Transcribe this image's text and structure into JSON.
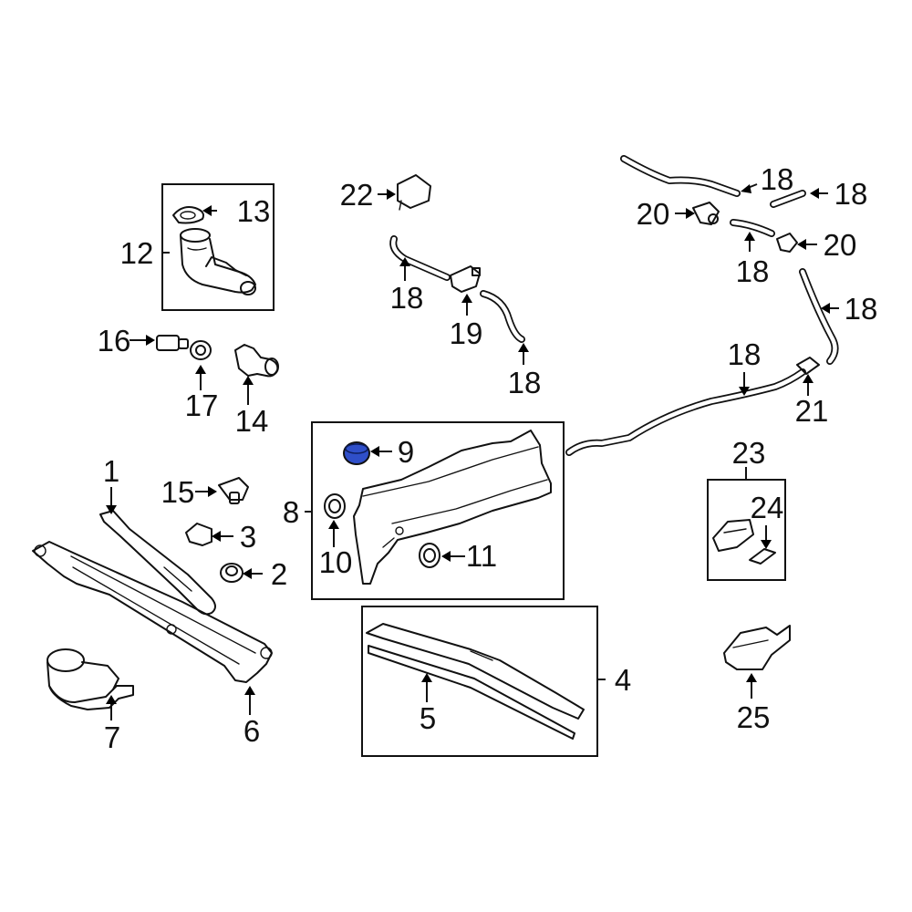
{
  "diagram": {
    "highlight_color": "#2f4fc9",
    "highlighted_part": "9",
    "callouts": [
      {
        "id": "c1",
        "text": "1"
      },
      {
        "id": "c2",
        "text": "2"
      },
      {
        "id": "c3",
        "text": "3"
      },
      {
        "id": "c4",
        "text": "4"
      },
      {
        "id": "c5",
        "text": "5"
      },
      {
        "id": "c6",
        "text": "6"
      },
      {
        "id": "c7",
        "text": "7"
      },
      {
        "id": "c8",
        "text": "8"
      },
      {
        "id": "c9",
        "text": "9"
      },
      {
        "id": "c10",
        "text": "10"
      },
      {
        "id": "c11",
        "text": "11"
      },
      {
        "id": "c12",
        "text": "12"
      },
      {
        "id": "c13",
        "text": "13"
      },
      {
        "id": "c14",
        "text": "14"
      },
      {
        "id": "c15",
        "text": "15"
      },
      {
        "id": "c16",
        "text": "16"
      },
      {
        "id": "c17",
        "text": "17"
      },
      {
        "id": "c18a",
        "text": "18"
      },
      {
        "id": "c18b",
        "text": "18"
      },
      {
        "id": "c18c",
        "text": "18"
      },
      {
        "id": "c18d",
        "text": "18"
      },
      {
        "id": "c18e",
        "text": "18"
      },
      {
        "id": "c18f",
        "text": "18"
      },
      {
        "id": "c18g",
        "text": "18"
      },
      {
        "id": "c19",
        "text": "19"
      },
      {
        "id": "c20a",
        "text": "20"
      },
      {
        "id": "c20b",
        "text": "20"
      },
      {
        "id": "c21",
        "text": "21"
      },
      {
        "id": "c22",
        "text": "22"
      },
      {
        "id": "c23",
        "text": "23"
      },
      {
        "id": "c24",
        "text": "24"
      },
      {
        "id": "c25",
        "text": "25"
      }
    ]
  }
}
